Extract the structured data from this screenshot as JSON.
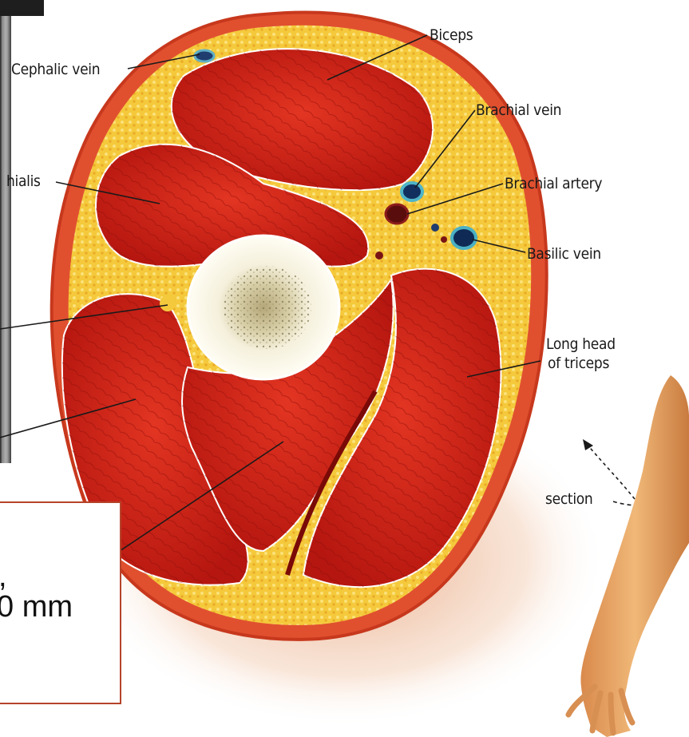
{
  "labels": {
    "cephalic_vein": "Cephalic vein",
    "biceps": "Biceps",
    "brachial_vein": "Brachial vein",
    "brachialis": "hialis",
    "brachial_artery": "Brachial artery",
    "basilic_vein": "Basilic vein",
    "long_head_triceps_line1": "Long head",
    "long_head_triceps_line2": "of triceps",
    "section": "section"
  },
  "text_box": {
    "line1": ",",
    "line2": "0 mm"
  },
  "colors": {
    "muscle": "#d2261a",
    "muscle_dark": "#a3120c",
    "fat": "#f4c63b",
    "skin": "#e2553a",
    "bone": "#f6f1dc",
    "box_border": "#b5432a",
    "arm_skin": "#e8a866"
  }
}
